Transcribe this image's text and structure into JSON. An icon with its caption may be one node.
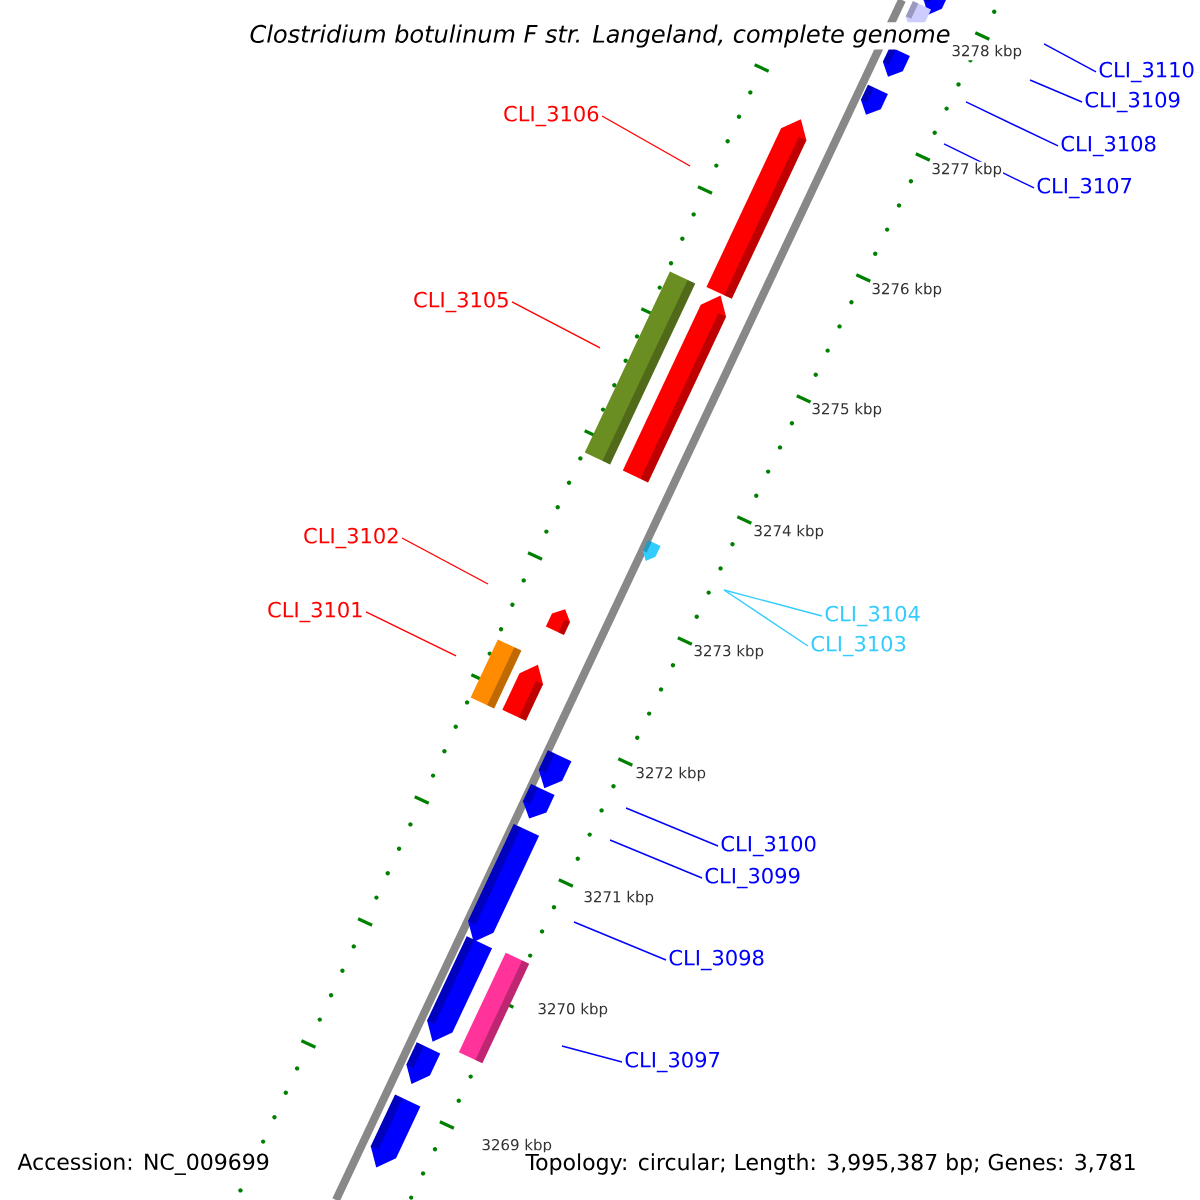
{
  "diagram": {
    "title": "Clostridium botulinum F str. Langeland, complete genome",
    "nodes": [
      {
        "text": [
          "CLI_3110"
        ]
      },
      {
        "text": [
          "CLI_3109"
        ]
      },
      {
        "text": [
          "CLI_3106"
        ]
      },
      {
        "text": [
          "CLI_3108"
        ]
      },
      {
        "text": [
          "CLI_3107"
        ]
      },
      {
        "text": [
          "CLI_3105"
        ]
      },
      {
        "text": [
          "CLI_3102"
        ]
      },
      {
        "text": [
          "CLI_3101"
        ]
      },
      {
        "text": [
          "CLI_3104"
        ]
      },
      {
        "text": [
          "CLI_3103"
        ]
      },
      {
        "text": [
          "CLI_3100"
        ]
      },
      {
        "text": [
          "CLI_3099"
        ]
      },
      {
        "text": [
          "CLI_3098"
        ]
      },
      {
        "text": [
          "CLI_3097"
        ]
      }
    ],
    "edges": [
      {
        "from": 0,
        "to": null,
        "arrow": "none"
      },
      {
        "from": 1,
        "to": null,
        "arrow": "none"
      },
      {
        "from": 2,
        "to": null,
        "arrow": "none",
        "color": "#ff0000"
      },
      {
        "from": 3,
        "to": null,
        "arrow": "none"
      },
      {
        "from": 4,
        "to": null,
        "arrow": "none"
      },
      {
        "from": 5,
        "to": null,
        "arrow": "none",
        "color": "#ff0000"
      },
      {
        "from": 6,
        "to": null,
        "arrow": "none",
        "color": "#ff0000"
      },
      {
        "from": 7,
        "to": null,
        "arrow": "none",
        "color": "#ff0000"
      },
      {
        "from": 8,
        "to": null,
        "arrow": "none",
        "color": "#33ccff"
      },
      {
        "from": 9,
        "to": null,
        "arrow": "none",
        "color": "#33ccff"
      },
      {
        "from": 10,
        "to": null,
        "arrow": "none"
      },
      {
        "from": 11,
        "to": null,
        "arrow": "none"
      },
      {
        "from": 12,
        "to": null,
        "arrow": "none"
      },
      {
        "from": 13,
        "to": null,
        "arrow": "none"
      }
    ],
    "labels": [
      "3278 kbp",
      "3277 kbp",
      "3276 kbp",
      "3275 kbp",
      "3274 kbp",
      "3273 kbp",
      "3272 kbp",
      "3271 kbp",
      "3270 kbp",
      "3269 kbp",
      "Accession: NC_009699",
      "Topology: circular; Length: 3,995,387 bp; Genes: 3,781"
    ]
  }
}
